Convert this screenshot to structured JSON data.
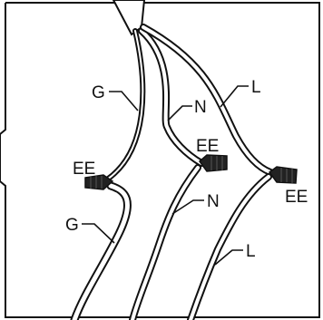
{
  "labels": {
    "ground_top": "G",
    "neutral_top": "N",
    "line_top": "L",
    "ground_bottom": "G",
    "neutral_bottom": "N",
    "line_bottom": "L",
    "connector_left": "EE",
    "connector_middle": "EE",
    "connector_right": "EE"
  }
}
